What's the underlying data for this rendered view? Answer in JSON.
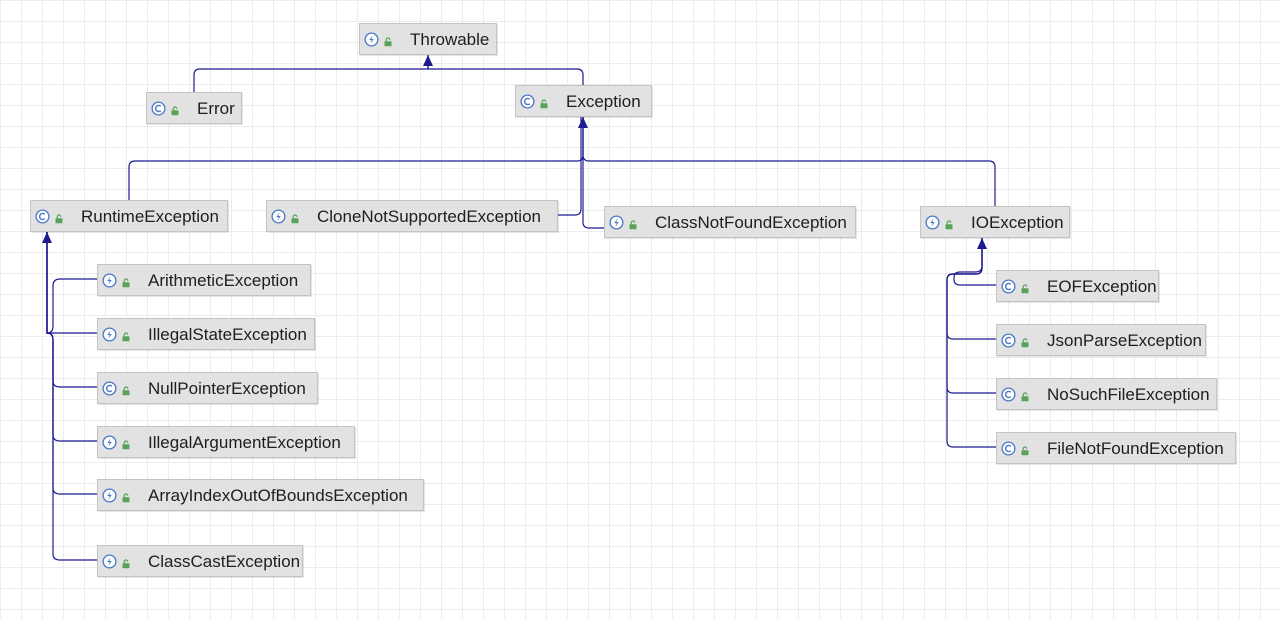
{
  "diagram": {
    "nodes": [
      {
        "id": "throwable",
        "label": "Throwable",
        "kind": "abstract"
      },
      {
        "id": "error",
        "label": "Error",
        "kind": "class"
      },
      {
        "id": "exception",
        "label": "Exception",
        "kind": "class"
      },
      {
        "id": "runtime",
        "label": "RuntimeException",
        "kind": "class"
      },
      {
        "id": "clonenotsupported",
        "label": "CloneNotSupportedException",
        "kind": "abstract"
      },
      {
        "id": "classnotfound",
        "label": "ClassNotFoundException",
        "kind": "abstract"
      },
      {
        "id": "ioexception",
        "label": "IOException",
        "kind": "abstract"
      },
      {
        "id": "arithmetic",
        "label": "ArithmeticException",
        "kind": "abstract"
      },
      {
        "id": "illegalstate",
        "label": "IllegalStateException",
        "kind": "abstract"
      },
      {
        "id": "nullpointer",
        "label": "NullPointerException",
        "kind": "class"
      },
      {
        "id": "illegalargument",
        "label": "IllegalArgumentException",
        "kind": "abstract"
      },
      {
        "id": "arrayindex",
        "label": "ArrayIndexOutOfBoundsException",
        "kind": "abstract"
      },
      {
        "id": "classcast",
        "label": "ClassCastException",
        "kind": "abstract"
      },
      {
        "id": "eof",
        "label": "EOFException",
        "kind": "class"
      },
      {
        "id": "jsonparse",
        "label": "JsonParseException",
        "kind": "class"
      },
      {
        "id": "nosuchfile",
        "label": "NoSuchFileException",
        "kind": "class"
      },
      {
        "id": "filenotfound",
        "label": "FileNotFoundException",
        "kind": "class"
      }
    ],
    "edges": [
      {
        "from": "error",
        "to": "throwable"
      },
      {
        "from": "exception",
        "to": "throwable"
      },
      {
        "from": "runtime",
        "to": "exception"
      },
      {
        "from": "clonenotsupported",
        "to": "exception"
      },
      {
        "from": "classnotfound",
        "to": "exception"
      },
      {
        "from": "ioexception",
        "to": "exception"
      },
      {
        "from": "arithmetic",
        "to": "runtime"
      },
      {
        "from": "illegalstate",
        "to": "runtime"
      },
      {
        "from": "nullpointer",
        "to": "runtime"
      },
      {
        "from": "illegalargument",
        "to": "runtime"
      },
      {
        "from": "arrayindex",
        "to": "runtime"
      },
      {
        "from": "classcast",
        "to": "runtime"
      },
      {
        "from": "eof",
        "to": "ioexception"
      },
      {
        "from": "jsonparse",
        "to": "ioexception"
      },
      {
        "from": "nosuchfile",
        "to": "ioexception"
      },
      {
        "from": "filenotfound",
        "to": "ioexception"
      }
    ]
  },
  "colors": {
    "edge": "#1b1b8f",
    "class_icon": "#4a78c8",
    "visibility_icon": "#5aa25a",
    "node_fill": "#e2e2e2",
    "node_border": "#c4c4c4",
    "text": "#1e1e1e"
  },
  "icons": {
    "class": "class-c-icon",
    "abstract": "abstract-class-icon",
    "visibility": "public-visibility-icon"
  }
}
